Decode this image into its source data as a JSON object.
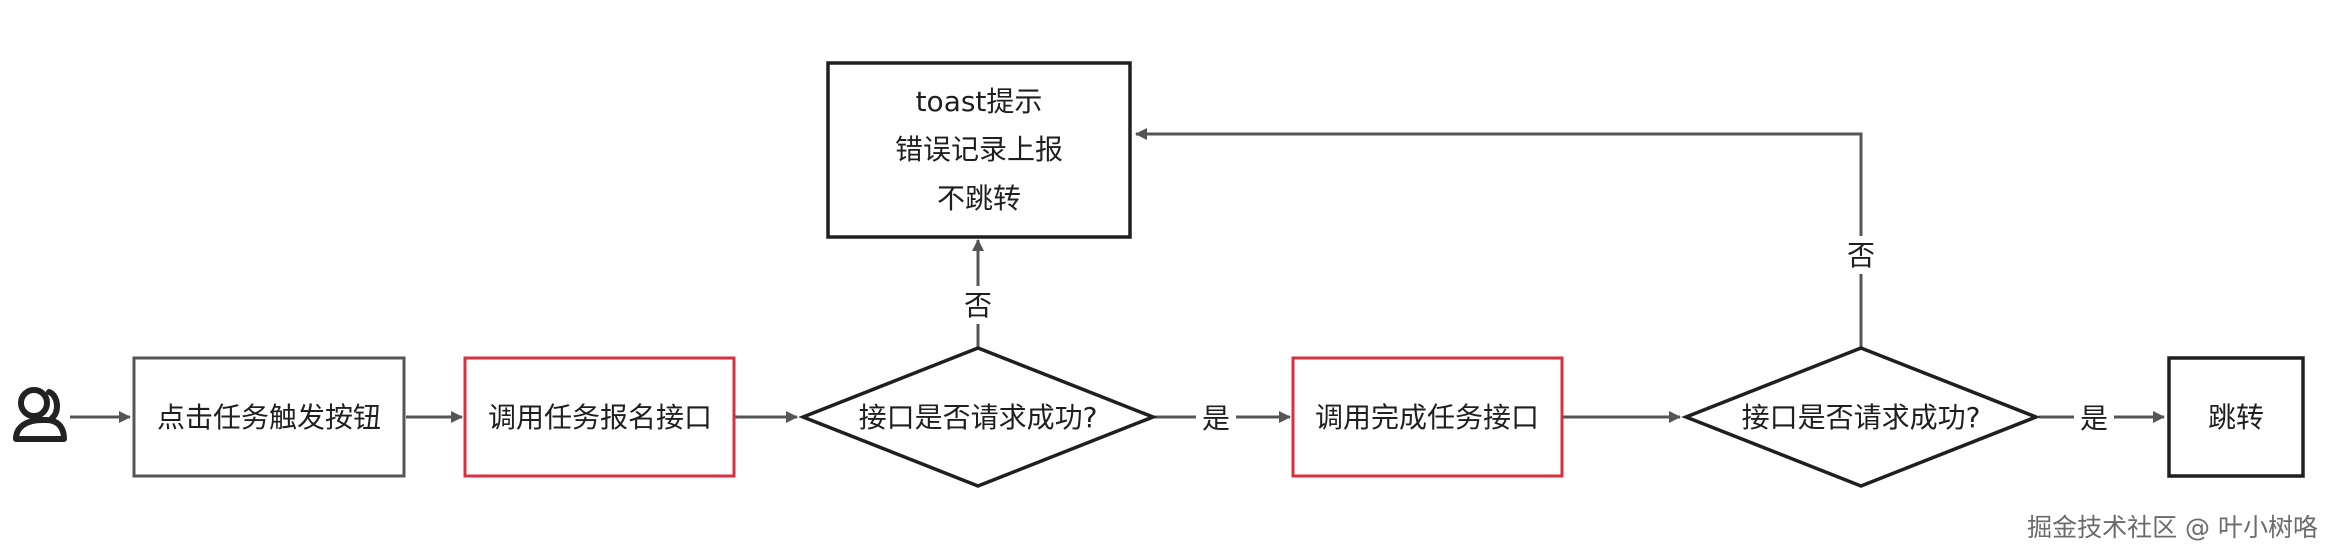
{
  "diagram": {
    "nodes": {
      "click_task": {
        "label": "点击任务触发按钮"
      },
      "call_signup_api": {
        "label": "调用任务报名接口"
      },
      "decision_1": {
        "label": "接口是否请求成功?"
      },
      "call_complete_api": {
        "label": "调用完成任务接口"
      },
      "decision_2": {
        "label": "接口是否请求成功?"
      },
      "jump": {
        "label": "跳转"
      },
      "error_box": {
        "lines": [
          "toast提示",
          "错误记录上报",
          "不跳转"
        ]
      }
    },
    "edges": {
      "yes_1": "是",
      "no_1": "否",
      "yes_2": "是",
      "no_2": "否"
    }
  },
  "watermark": {
    "text": "掘金技术社区 @ 叶小树咯"
  },
  "colors": {
    "stroke_dark": "#1f1f1f",
    "stroke_gray": "#555555",
    "highlight_red": "#d9303f",
    "watermark": "#6b6b6b"
  }
}
